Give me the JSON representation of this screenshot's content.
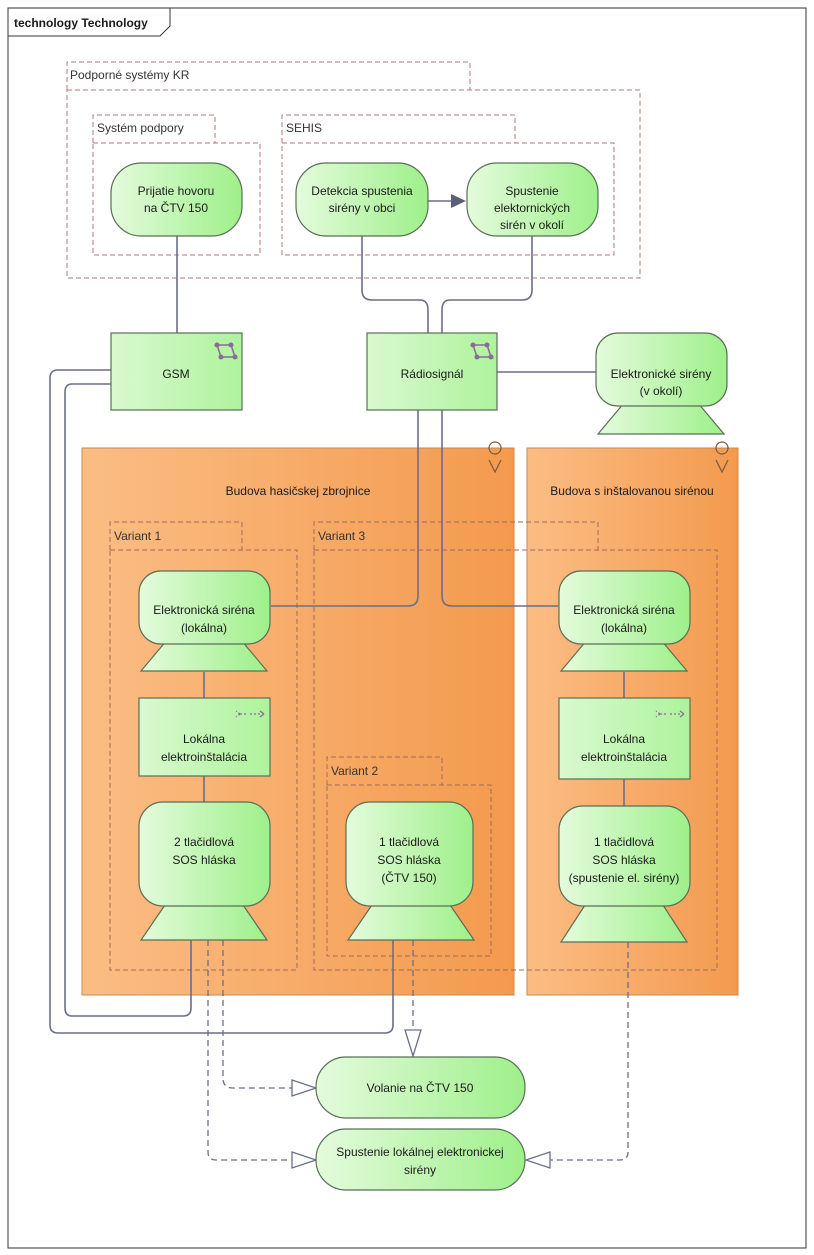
{
  "frame_title": "technology Technology",
  "groups": {
    "support_kr": "Podporné systémy KR",
    "support_system": "Systém podpory",
    "sehis": "SEHIS",
    "variant1": "Variant 1",
    "variant2": "Variant 2",
    "variant3": "Variant 3"
  },
  "locations": {
    "fire_station": "Budova hasičskej zbrojnice",
    "siren_building": "Budova s inštalovanou sirénou"
  },
  "nodes": {
    "call_receive": [
      "Prijatie hovoru",
      "na ČTV 150"
    ],
    "detect_siren": [
      "Detekcia spustenia",
      "sirény v obci"
    ],
    "start_sirens": [
      "Spustenie",
      "elektornických",
      "sirén v okolí"
    ],
    "gsm": "GSM",
    "radio": "Rádiosignál",
    "nearby_sirens": [
      "Elektronické sirény",
      "(v okolí)"
    ],
    "siren_local_1": [
      "Elektronická siréna",
      "(lokálna)"
    ],
    "siren_local_2": [
      "Elektronická siréna",
      "(lokálna)"
    ],
    "wiring_1": [
      "Lokálna",
      "elektroinštalácia"
    ],
    "wiring_2": [
      "Lokálna",
      "elektroinštalácia"
    ],
    "sos_2btn": [
      "2 tlačidlová",
      "SOS hláska"
    ],
    "sos_1btn_v2": [
      "1 tlačidlová",
      "SOS hláska",
      "(ČTV 150)"
    ],
    "sos_1btn_siren": [
      "1 tlačidlová",
      "SOS hláska",
      "(spustenie el. sirény)"
    ],
    "call_ctv": "Volanie na ČTV 150",
    "start_local_siren": [
      "Spustenie lokálnej elektronickej",
      "sirény"
    ]
  },
  "colors": {
    "green_fill": "#c4f5b8",
    "green_stroke": "#5a6e58",
    "orange_fill": "#f9b06a",
    "dashed_group": "#b07a7a",
    "connector": "#6a6f8a"
  }
}
